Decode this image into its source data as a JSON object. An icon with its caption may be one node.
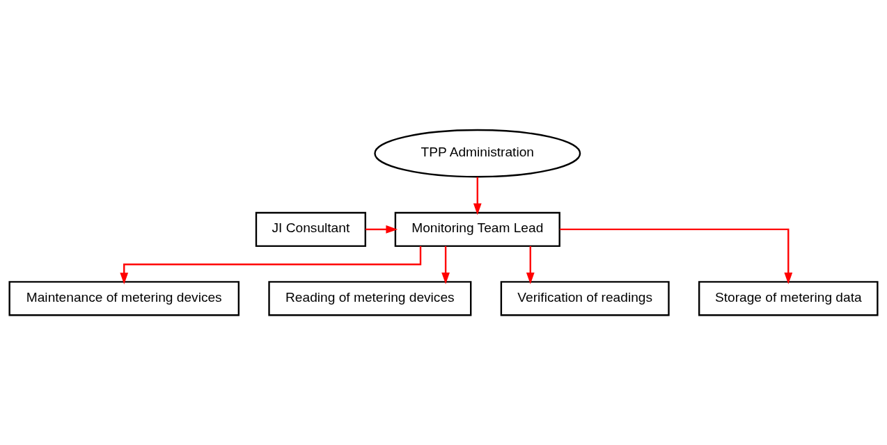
{
  "diagram": {
    "nodes": [
      {
        "text": [
          "TPP Administration"
        ]
      },
      {
        "text": [
          "Monitoring Team Lead"
        ]
      },
      {
        "text": [
          "JI Consultant"
        ]
      },
      {
        "text": [
          "Maintenance of metering devices"
        ]
      },
      {
        "text": [
          "Reading of metering devices"
        ]
      },
      {
        "text": [
          "Verification of readings"
        ]
      },
      {
        "text": [
          "Storage of metering data"
        ]
      }
    ],
    "edges": [
      {
        "from": 0,
        "to": 1,
        "arrow": "to"
      },
      {
        "from": 2,
        "to": 1,
        "arrow": "to"
      },
      {
        "from": 1,
        "to": 3,
        "arrow": "to"
      },
      {
        "from": 1,
        "to": 4,
        "arrow": "to"
      },
      {
        "from": 1,
        "to": 5,
        "arrow": "to"
      },
      {
        "from": 1,
        "to": 6,
        "arrow": "to"
      }
    ]
  }
}
